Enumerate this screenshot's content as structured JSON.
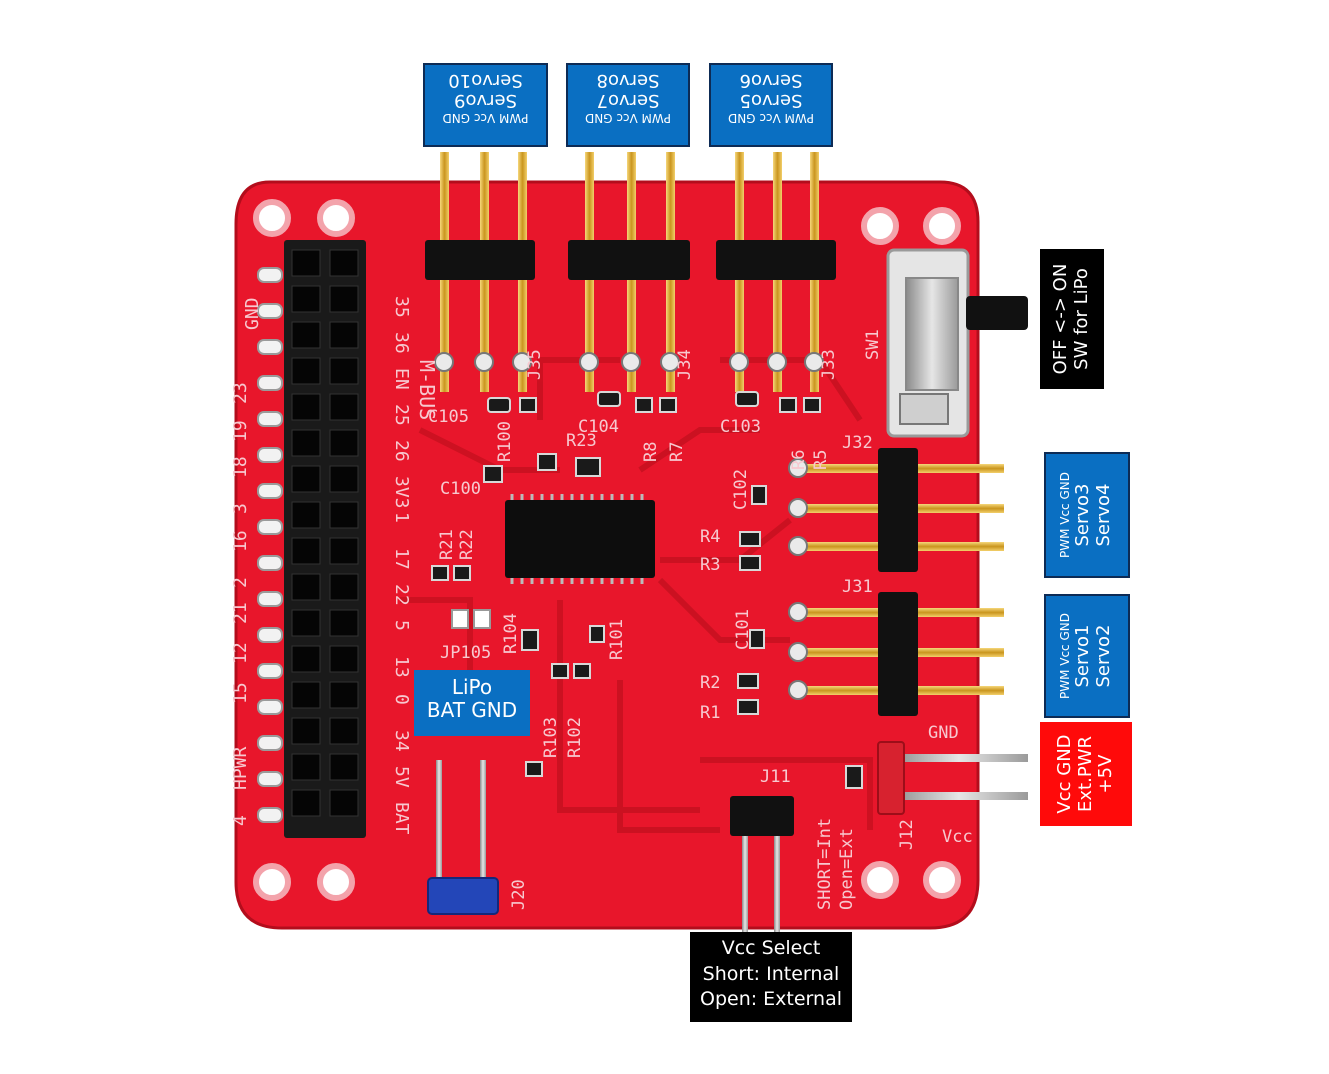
{
  "colors": {
    "pcb": "#e8162b",
    "label_blue": "#0a6fc2",
    "label_black": "#000000",
    "label_red": "#ff0a0a"
  },
  "labels": {
    "servo_910": {
      "pins": "PWM Vcc GND",
      "line1": "Servo9",
      "line2": "Servo10"
    },
    "servo_78": {
      "pins": "PWM Vcc GND",
      "line1": "Servo7",
      "line2": "Servo8"
    },
    "servo_56": {
      "pins": "PWM Vcc GND",
      "line1": "Servo5",
      "line2": "Servo6"
    },
    "switch": {
      "line1": "OFF <-> ON",
      "line2": "SW for LiPo"
    },
    "servo_34": {
      "pins": "PWM Vcc GND",
      "line1": "Servo3",
      "line2": "Servo4"
    },
    "servo_12": {
      "pins": "PWM Vcc GND",
      "line1": "Servo1",
      "line2": "Servo2"
    },
    "ext_pwr": {
      "line1": "Vcc GND",
      "line2": "Ext.PWR",
      "line3": "+5V"
    },
    "lipo": {
      "line1": "LiPo",
      "line2": "BAT GND"
    },
    "vcc_select": {
      "line1": "Vcc Select",
      "line2": "Short: Internal",
      "line3": "Open: External"
    }
  },
  "silkscreen": {
    "pin_numbers": [
      "GND",
      "35",
      "36",
      "EN",
      "25",
      "23",
      "19",
      "26",
      "18",
      "3V3",
      "3",
      "1",
      "16",
      "17",
      "2",
      "21",
      "22",
      "12",
      "5",
      "13",
      "15",
      "0",
      "34",
      "HPWR",
      "5V",
      "4",
      "BAT"
    ],
    "refs": [
      "J35",
      "J34",
      "J33",
      "J32",
      "J31",
      "J11",
      "J12",
      "J20",
      "SW1",
      "C100",
      "C101",
      "C102",
      "C103",
      "C104",
      "C105",
      "R1",
      "R2",
      "R3",
      "R4",
      "R5",
      "R6",
      "R7",
      "R8",
      "R21",
      "R22",
      "R23",
      "R100",
      "R101",
      "R102",
      "R103",
      "R104",
      "JP105",
      "M-BUS",
      "GND",
      "Vcc",
      "SHORT=Int",
      "Open=Ext"
    ]
  }
}
